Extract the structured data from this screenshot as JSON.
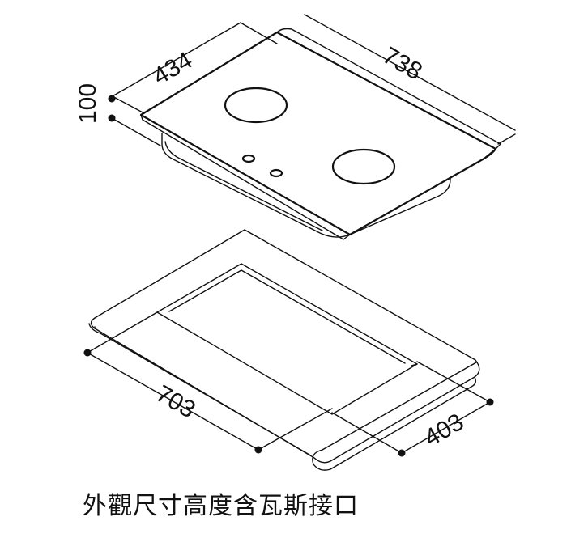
{
  "diagram": {
    "hob": {
      "depth": "434",
      "width": "738",
      "height": "100"
    },
    "cutout": {
      "width": "703",
      "depth": "403"
    },
    "caption": "外觀尺寸高度含瓦斯接口"
  }
}
